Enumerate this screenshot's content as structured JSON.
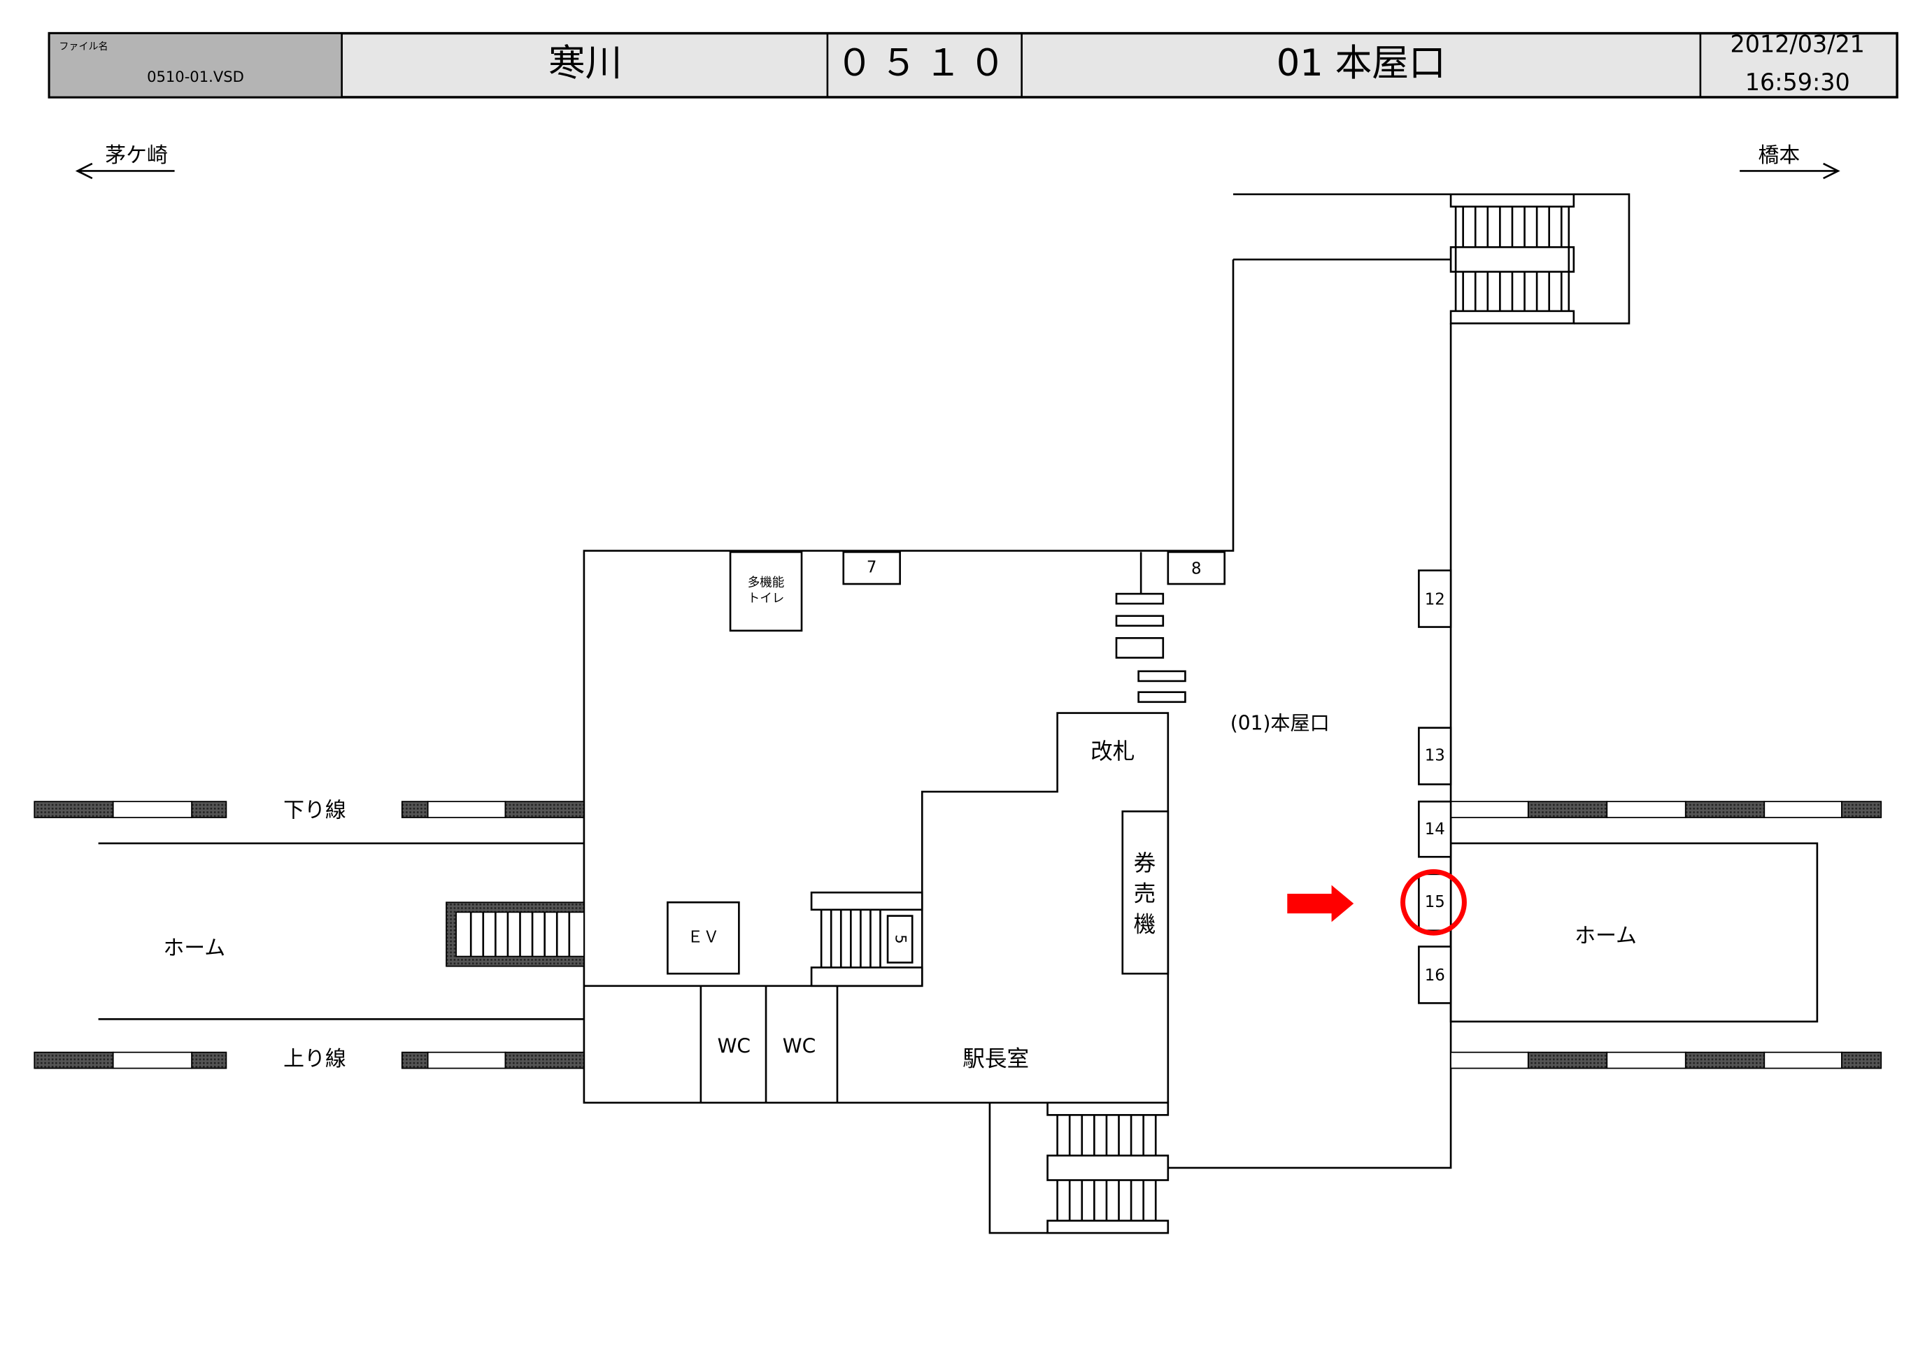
{
  "header": {
    "file_label": "ファイル名",
    "file_name": "0510-01.VSD",
    "station_name": "寒川",
    "station_code": "０５１０",
    "exit_name": "01 本屋口",
    "date": "2012/03/21",
    "time": "16:59:30"
  },
  "directions": {
    "left": "茅ケ崎",
    "right": "橋本"
  },
  "tracks": {
    "down": "下り線",
    "up": "上り線"
  },
  "platforms": {
    "left": "ホーム",
    "right": "ホーム"
  },
  "facilities": {
    "multi_toilet_line1": "多機能",
    "multi_toilet_line2": "トイレ",
    "ticket_gate": "改札",
    "ticket_machine": [
      "券",
      "売",
      "機"
    ],
    "exit_label": "(01)本屋口",
    "station_office": "駅長室",
    "wc1": "WC",
    "wc2": "WC",
    "elevator": "ＥＶ"
  },
  "markers": [
    "7",
    "8",
    "12",
    "13",
    "14",
    "15",
    "16",
    "5"
  ],
  "highlight": {
    "marker": "15",
    "color": "#ff0000"
  }
}
